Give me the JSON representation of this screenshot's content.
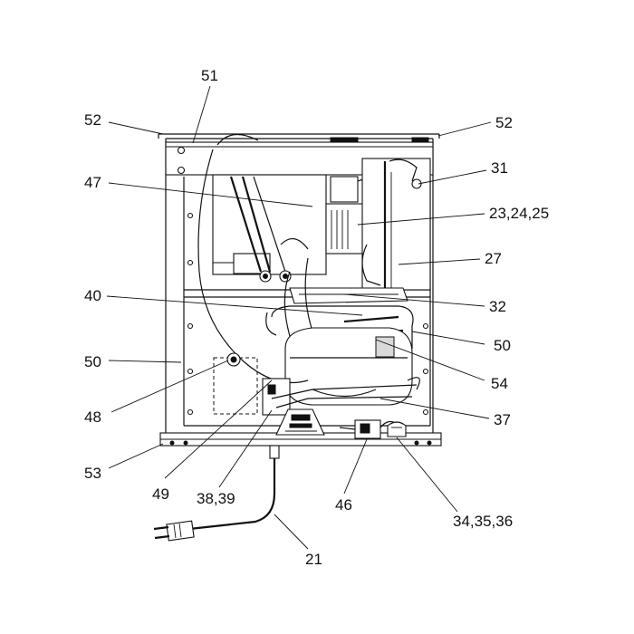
{
  "callouts": {
    "c51": "51",
    "c52_left": "52",
    "c52_right": "52",
    "c31": "31",
    "c47": "47",
    "c23_24_25": "23,24,25",
    "c27": "27",
    "c40": "40",
    "c32": "32",
    "c50_left": "50",
    "c50_right": "50",
    "c54": "54",
    "c48": "48",
    "c37": "37",
    "c53": "53",
    "c49": "49",
    "c38_39": "38,39",
    "c46": "46",
    "c34_35_36": "34,35,36",
    "c21": "21"
  }
}
